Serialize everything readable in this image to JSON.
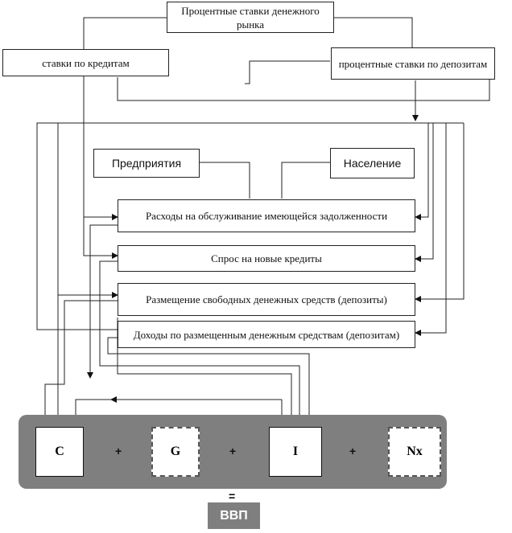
{
  "top": {
    "money_market_rates": "Процентные ставки денежного рынка",
    "loan_rates": "ставки по  кредитам",
    "deposit_rates": "процентные ставки по депозитам"
  },
  "agents": {
    "enterprises": "Предприятия",
    "households": "Население"
  },
  "flows": {
    "debt_service": "Расходы на обслуживание имеющейся задолженности",
    "new_credit_demand": "Спрос на новые кредиты",
    "deposit_placement": "Размещение свободных денежных средств (депозиты)",
    "deposit_income": "Доходы по размещенным денежным средствам (депозитам)"
  },
  "gdp_equation": {
    "terms": [
      "C",
      "G",
      "I",
      "Nx"
    ],
    "operator": "+",
    "equals": "=",
    "result": "ВВП"
  }
}
